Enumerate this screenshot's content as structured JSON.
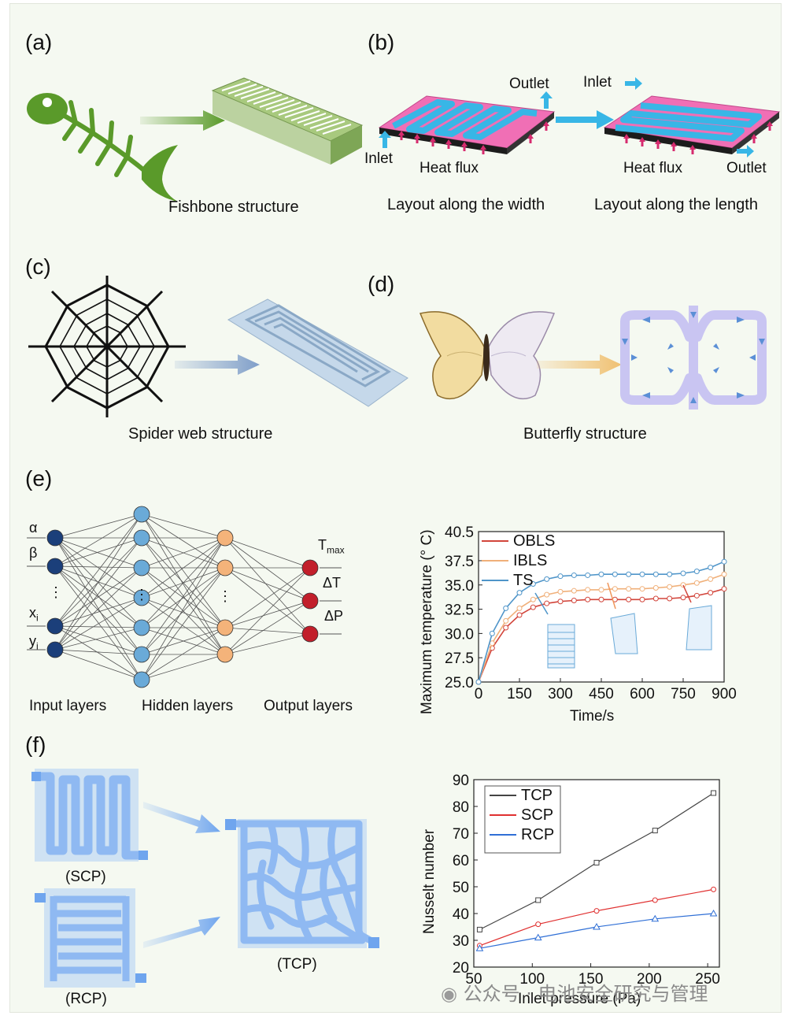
{
  "panels": {
    "a": {
      "label": "(a)",
      "caption": "Fishbone structure"
    },
    "b": {
      "label": "(b)",
      "left": {
        "inlet": "Inlet",
        "outlet": "Outlet",
        "heat_flux": "Heat flux",
        "caption": "Layout along the width"
      },
      "right": {
        "inlet": "Inlet",
        "outlet": "Outlet",
        "heat_flux": "Heat flux",
        "caption": "Layout along the length"
      }
    },
    "c": {
      "label": "(c)",
      "caption": "Spider web structure"
    },
    "d": {
      "label": "(d)",
      "caption": "Butterfly structure"
    },
    "e": {
      "label": "(e)",
      "inputs": [
        "α",
        "β",
        "⋮",
        "x",
        "y"
      ],
      "input_sub": "i",
      "outputs": [
        "T",
        "ΔT",
        "ΔP"
      ],
      "output_sub": "max",
      "layer_labels": [
        "Input layers",
        "Hidden layers",
        "Output layers"
      ]
    },
    "f": {
      "label": "(f)",
      "scp": "(SCP)",
      "rcp": "(RCP)",
      "tcp": "(TCP)"
    }
  },
  "chart_data": [
    {
      "type": "line",
      "ylabel": "Maximum temperature (° C)",
      "xlabel": "Time/s",
      "xlim": [
        0,
        900
      ],
      "ylim": [
        25.0,
        40.5
      ],
      "x_ticks": [
        0,
        150,
        300,
        450,
        600,
        750,
        900
      ],
      "y_ticks": [
        "25.0",
        "27.5",
        "30.0",
        "32.5",
        "35.0",
        "37.5",
        "40.5"
      ],
      "legend": "top-left",
      "series": [
        {
          "name": "OBLS",
          "color": "#d2453b",
          "x": [
            0,
            50,
            100,
            150,
            200,
            250,
            300,
            350,
            400,
            450,
            500,
            550,
            600,
            650,
            700,
            750,
            800,
            850,
            900
          ],
          "y": [
            25.0,
            28.5,
            30.6,
            31.9,
            32.7,
            33.1,
            33.3,
            33.4,
            33.5,
            33.5,
            33.5,
            33.5,
            33.5,
            33.6,
            33.6,
            33.7,
            33.9,
            34.2,
            34.6
          ]
        },
        {
          "name": "IBLS",
          "color": "#f0b07a",
          "x": [
            0,
            50,
            100,
            150,
            200,
            250,
            300,
            350,
            400,
            450,
            500,
            550,
            600,
            650,
            700,
            750,
            800,
            850,
            900
          ],
          "y": [
            25.0,
            29.0,
            31.3,
            32.6,
            33.5,
            34.0,
            34.3,
            34.4,
            34.5,
            34.5,
            34.6,
            34.6,
            34.6,
            34.7,
            34.8,
            35.0,
            35.2,
            35.6,
            36.1
          ]
        },
        {
          "name": "TS",
          "color": "#4f95c9",
          "x": [
            0,
            50,
            100,
            150,
            200,
            250,
            300,
            350,
            400,
            450,
            500,
            550,
            600,
            650,
            700,
            750,
            800,
            850,
            900
          ],
          "y": [
            25.0,
            30.0,
            32.6,
            34.2,
            35.1,
            35.6,
            35.9,
            36.0,
            36.0,
            36.1,
            36.1,
            36.1,
            36.1,
            36.1,
            36.1,
            36.2,
            36.4,
            36.8,
            37.4
          ]
        }
      ]
    },
    {
      "type": "line",
      "ylabel": "Nusselt number",
      "xlabel": "Inlet pressure (Pa)",
      "xlim": [
        50,
        260
      ],
      "ylim": [
        20,
        90
      ],
      "x_ticks": [
        50,
        100,
        150,
        200,
        250
      ],
      "y_ticks": [
        20,
        30,
        40,
        50,
        60,
        70,
        80,
        90
      ],
      "legend": "top-left",
      "series": [
        {
          "name": "TCP",
          "color": "#444444",
          "marker": "square",
          "x": [
            55,
            105,
            155,
            205,
            255
          ],
          "y": [
            34,
            45,
            59,
            71,
            85
          ]
        },
        {
          "name": "SCP",
          "color": "#e03030",
          "marker": "circle",
          "x": [
            55,
            105,
            155,
            205,
            255
          ],
          "y": [
            28,
            36,
            41,
            45,
            49
          ]
        },
        {
          "name": "RCP",
          "color": "#2f6fd6",
          "marker": "triangle",
          "x": [
            55,
            105,
            155,
            205,
            255
          ],
          "y": [
            27,
            31,
            35,
            38,
            40
          ]
        }
      ]
    }
  ],
  "watermark": "公众号 · 电池安全研究与管理",
  "colors": {
    "pink": "#f06fb5",
    "cyan": "#38b6e6",
    "green": "#5a9a2a",
    "lightblue": "#8fb9f2"
  }
}
